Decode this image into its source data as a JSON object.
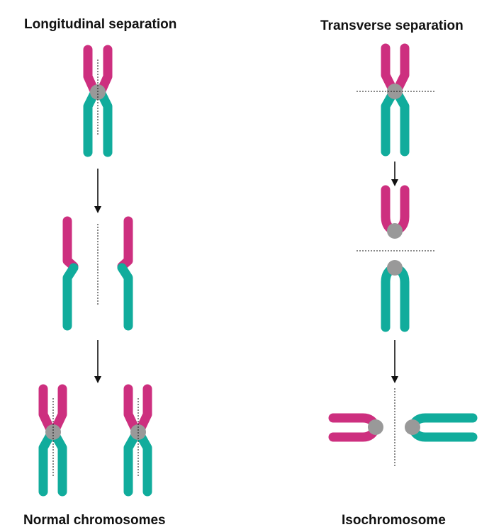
{
  "titles": {
    "left": "Longitudinal separation",
    "right": "Transverse separation"
  },
  "captions": {
    "left": "Normal chromosomes",
    "right": "Isochromosome"
  },
  "colors": {
    "p_arm": "#cd2f7f",
    "q_arm": "#11ac9c",
    "centromere": "#999999",
    "line": "#111111"
  }
}
